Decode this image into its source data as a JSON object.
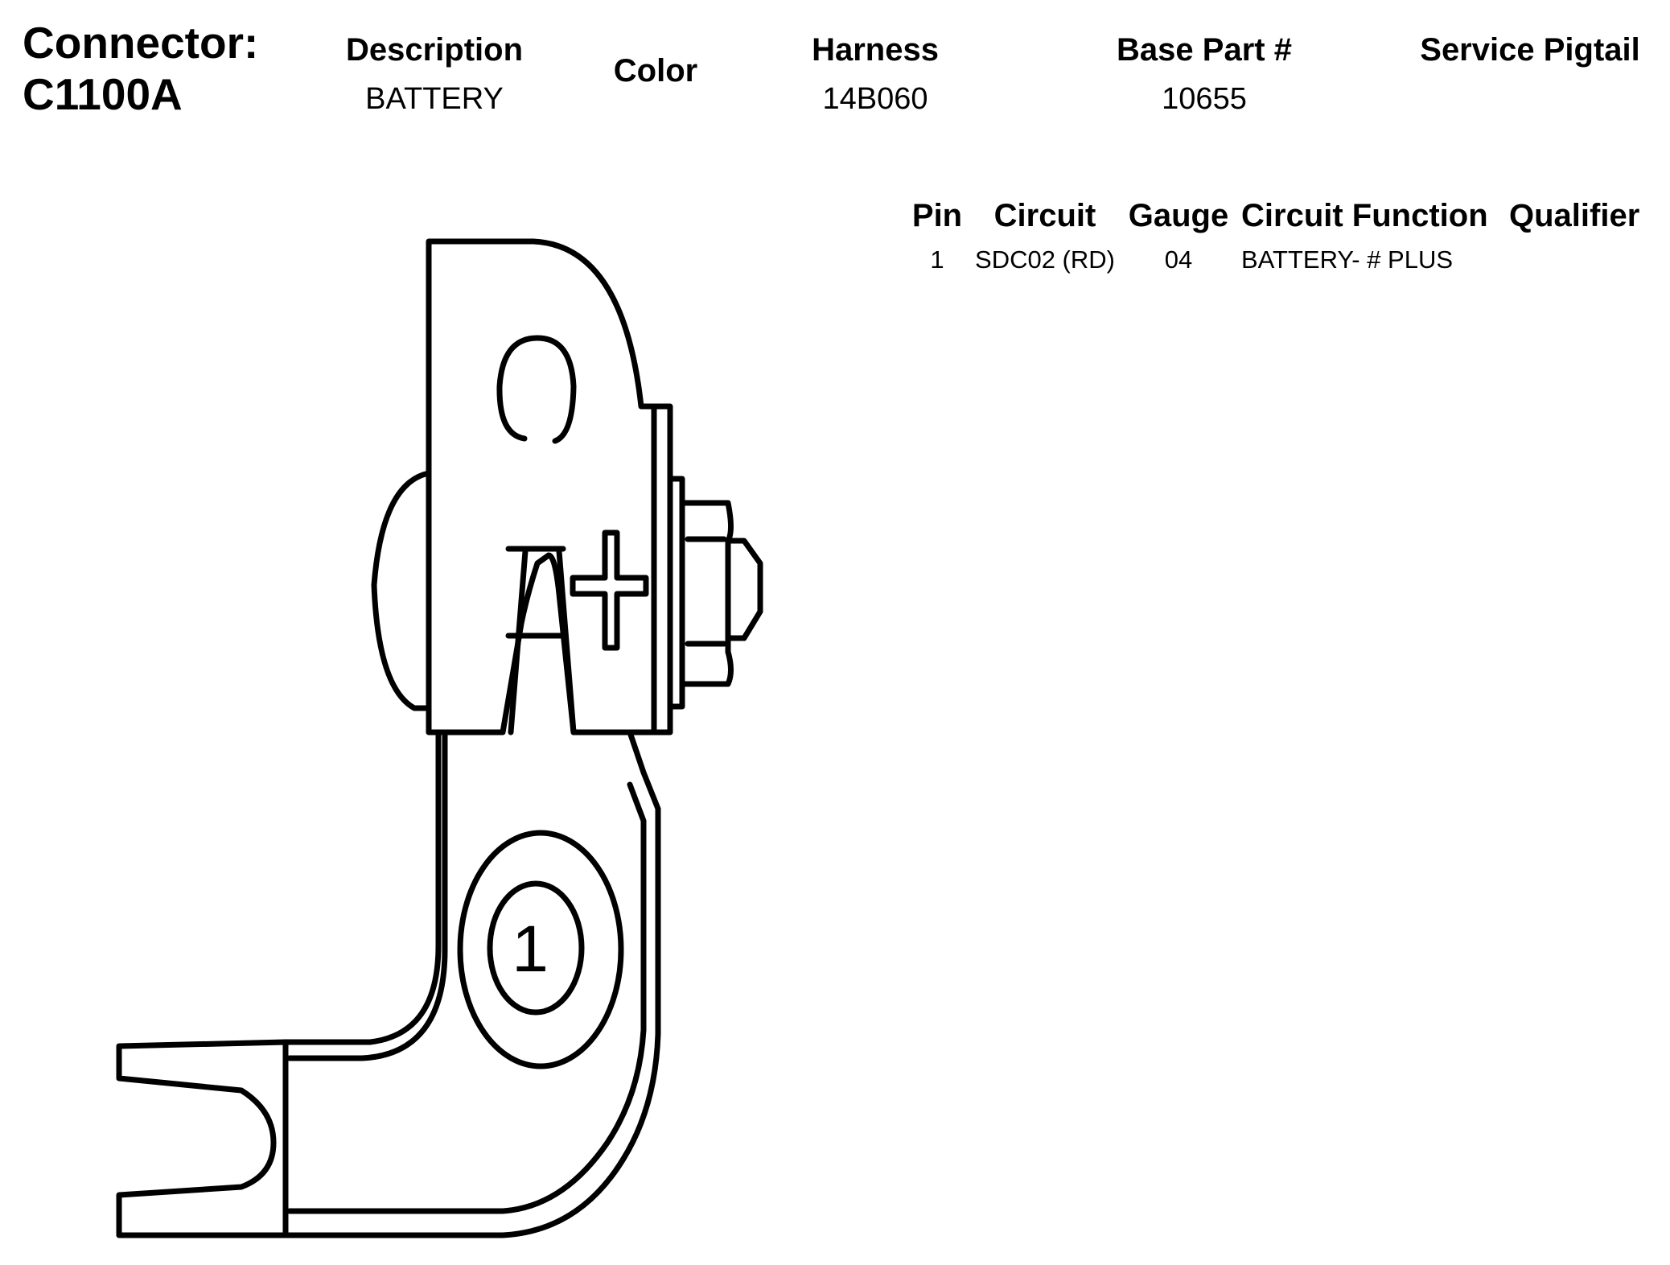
{
  "connector": {
    "label": "Connector:",
    "id": "C1100A"
  },
  "header": {
    "description_label": "Description",
    "description_value": "BATTERY",
    "color_label": "Color",
    "harness_label": "Harness",
    "harness_value": "14B060",
    "base_part_label": "Base Part #",
    "base_part_value": "10655",
    "service_pigtail_label": "Service Pigtail"
  },
  "pin_table": {
    "columns": [
      "Pin",
      "Circuit",
      "Gauge",
      "Circuit Function",
      "Qualifier"
    ],
    "rows": [
      {
        "pin": "1",
        "circuit": "SDC02 (RD)",
        "gauge": "04",
        "function": "BATTERY- # PLUS",
        "qualifier": ""
      }
    ]
  },
  "diagram": {
    "pin_callout": "1",
    "stroke_color": "#000000"
  }
}
